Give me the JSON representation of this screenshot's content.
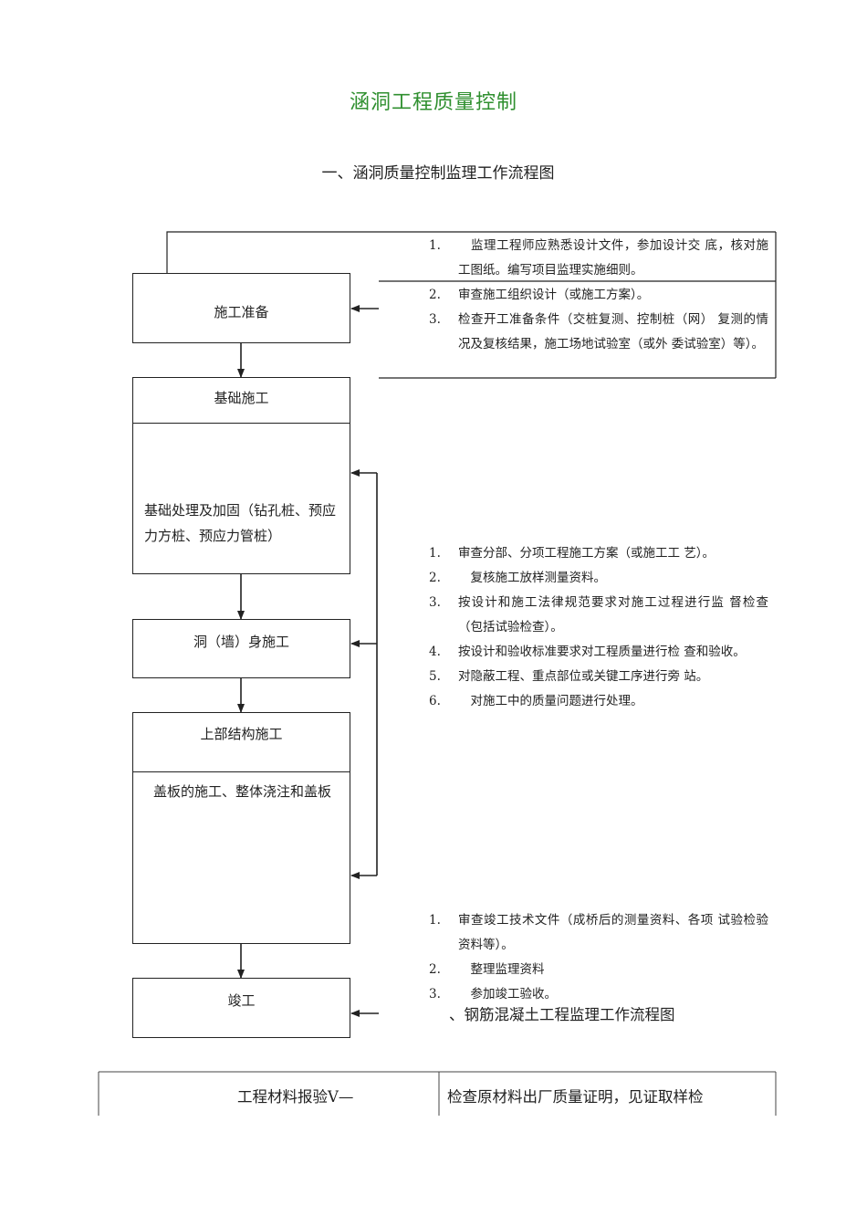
{
  "title": "涵洞工程质量控制",
  "subtitle": "一、涵洞质量控制监理工作流程图",
  "flow": {
    "prep": "施工准备",
    "foundation": "基础施工",
    "foundation_detail": "基础处理及加固（钻孔桩、预应力方桩、预应力管桩）",
    "wall": "洞（墙）身施工",
    "superstructure": "上部结构施工",
    "superstructure_detail": "盖板的施工、整体浇注和盖板",
    "complete": "竣工"
  },
  "notes_prep": [
    {
      "num": "1.",
      "text": "　监理工程师应熟悉设计文件，参加设计交  底，核对施工图纸。编写项目监理实施细则。"
    },
    {
      "num": "2.",
      "text": "审查施工组织设计（或施工方案）。"
    },
    {
      "num": "3.",
      "text": "检查开工准备条件（交桩复测、控制桩（网）  复测的情况及复核结果，施工场地试验室（或外  委试验室）等）。"
    }
  ],
  "notes_construction": [
    {
      "num": "1.",
      "text": "审查分部、分项工程施工方案（或施工工  艺）。"
    },
    {
      "num": "2.",
      "text": "　复核施工放样测量资料。"
    },
    {
      "num": "3.",
      "text": "按设计和施工法律规范要求对施工过程进行监  督检查（包括试验检查）。"
    },
    {
      "num": "4.",
      "text": "按设计和验收标准要求对工程质量进行检  查和验收。"
    },
    {
      "num": "5.",
      "text": "对隐蔽工程、重点部位或关键工序进行旁  站。"
    },
    {
      "num": "6.",
      "text": "　对施工中的质量问题进行处理。"
    }
  ],
  "notes_completion": [
    {
      "num": "1.",
      "text": "审查竣工技术文件（成桥后的测量资料、各项  试验检验资料等）。"
    },
    {
      "num": "2.",
      "text": "　整理监理资料"
    },
    {
      "num": "3.",
      "text": "　参加竣工验收。"
    }
  ],
  "section2_title": "、钢筋混凝土工程监理工作流程图",
  "table": {
    "left_cell": "工程材料报验",
    "left_suffix": "V—",
    "right_cell": "检查原材料出厂质量证明，见证取样检"
  }
}
